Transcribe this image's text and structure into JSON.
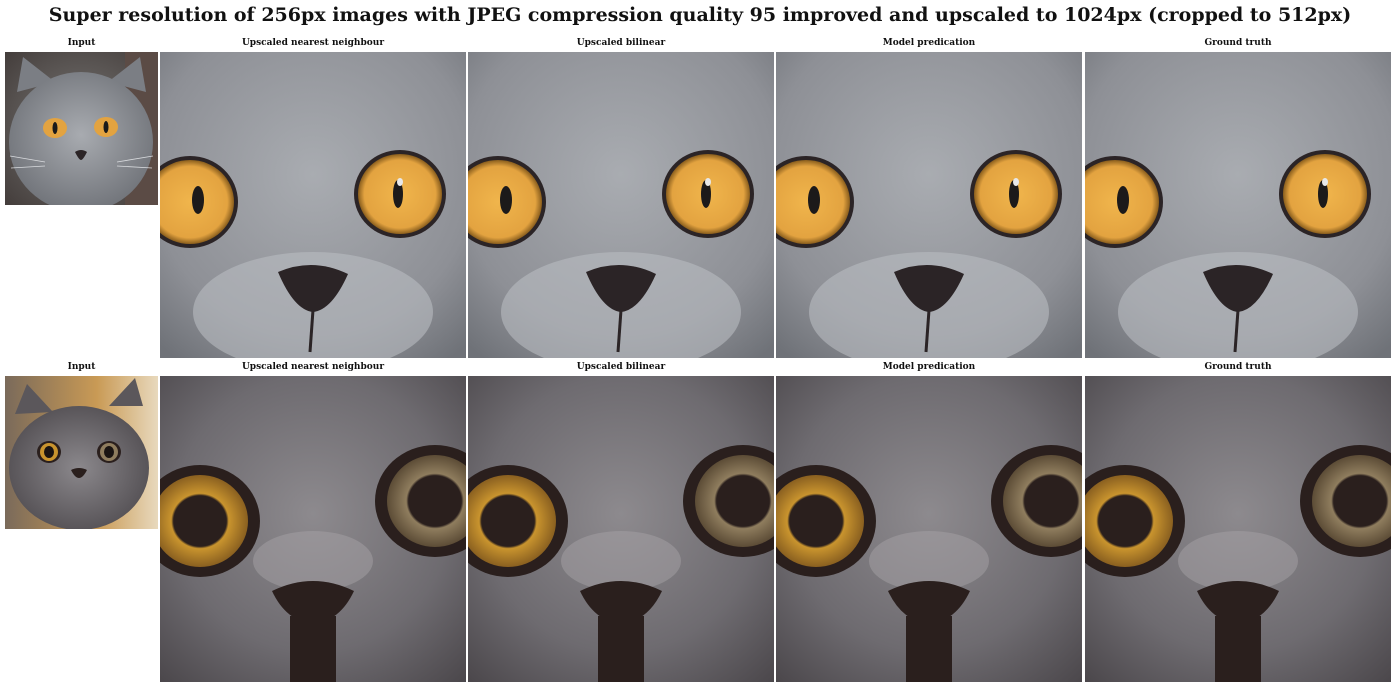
{
  "figure": {
    "title": "Super resolution of 256px images with JPEG compression quality 95 improved and upscaled to 1024px (cropped to 512px)"
  },
  "rows": [
    {
      "panels": [
        {
          "label": "Input"
        },
        {
          "label": "Upscaled nearest neighbour"
        },
        {
          "label": "Upscaled bilinear"
        },
        {
          "label": "Model predication"
        },
        {
          "label": "Ground truth"
        }
      ]
    },
    {
      "panels": [
        {
          "label": "Input"
        },
        {
          "label": "Upscaled nearest neighbour"
        },
        {
          "label": "Upscaled bilinear"
        },
        {
          "label": "Model predication"
        },
        {
          "label": "Ground truth"
        }
      ]
    }
  ],
  "colors": {
    "row1_fur": "#8e9096",
    "row1_eye": "#e3a340",
    "row1_nose": "#2b2426",
    "row2_fur": "#6e6b70",
    "row2_eye": "#c9942e",
    "row2_nose": "#2a1f1d",
    "row2_background": "#c99a55"
  }
}
